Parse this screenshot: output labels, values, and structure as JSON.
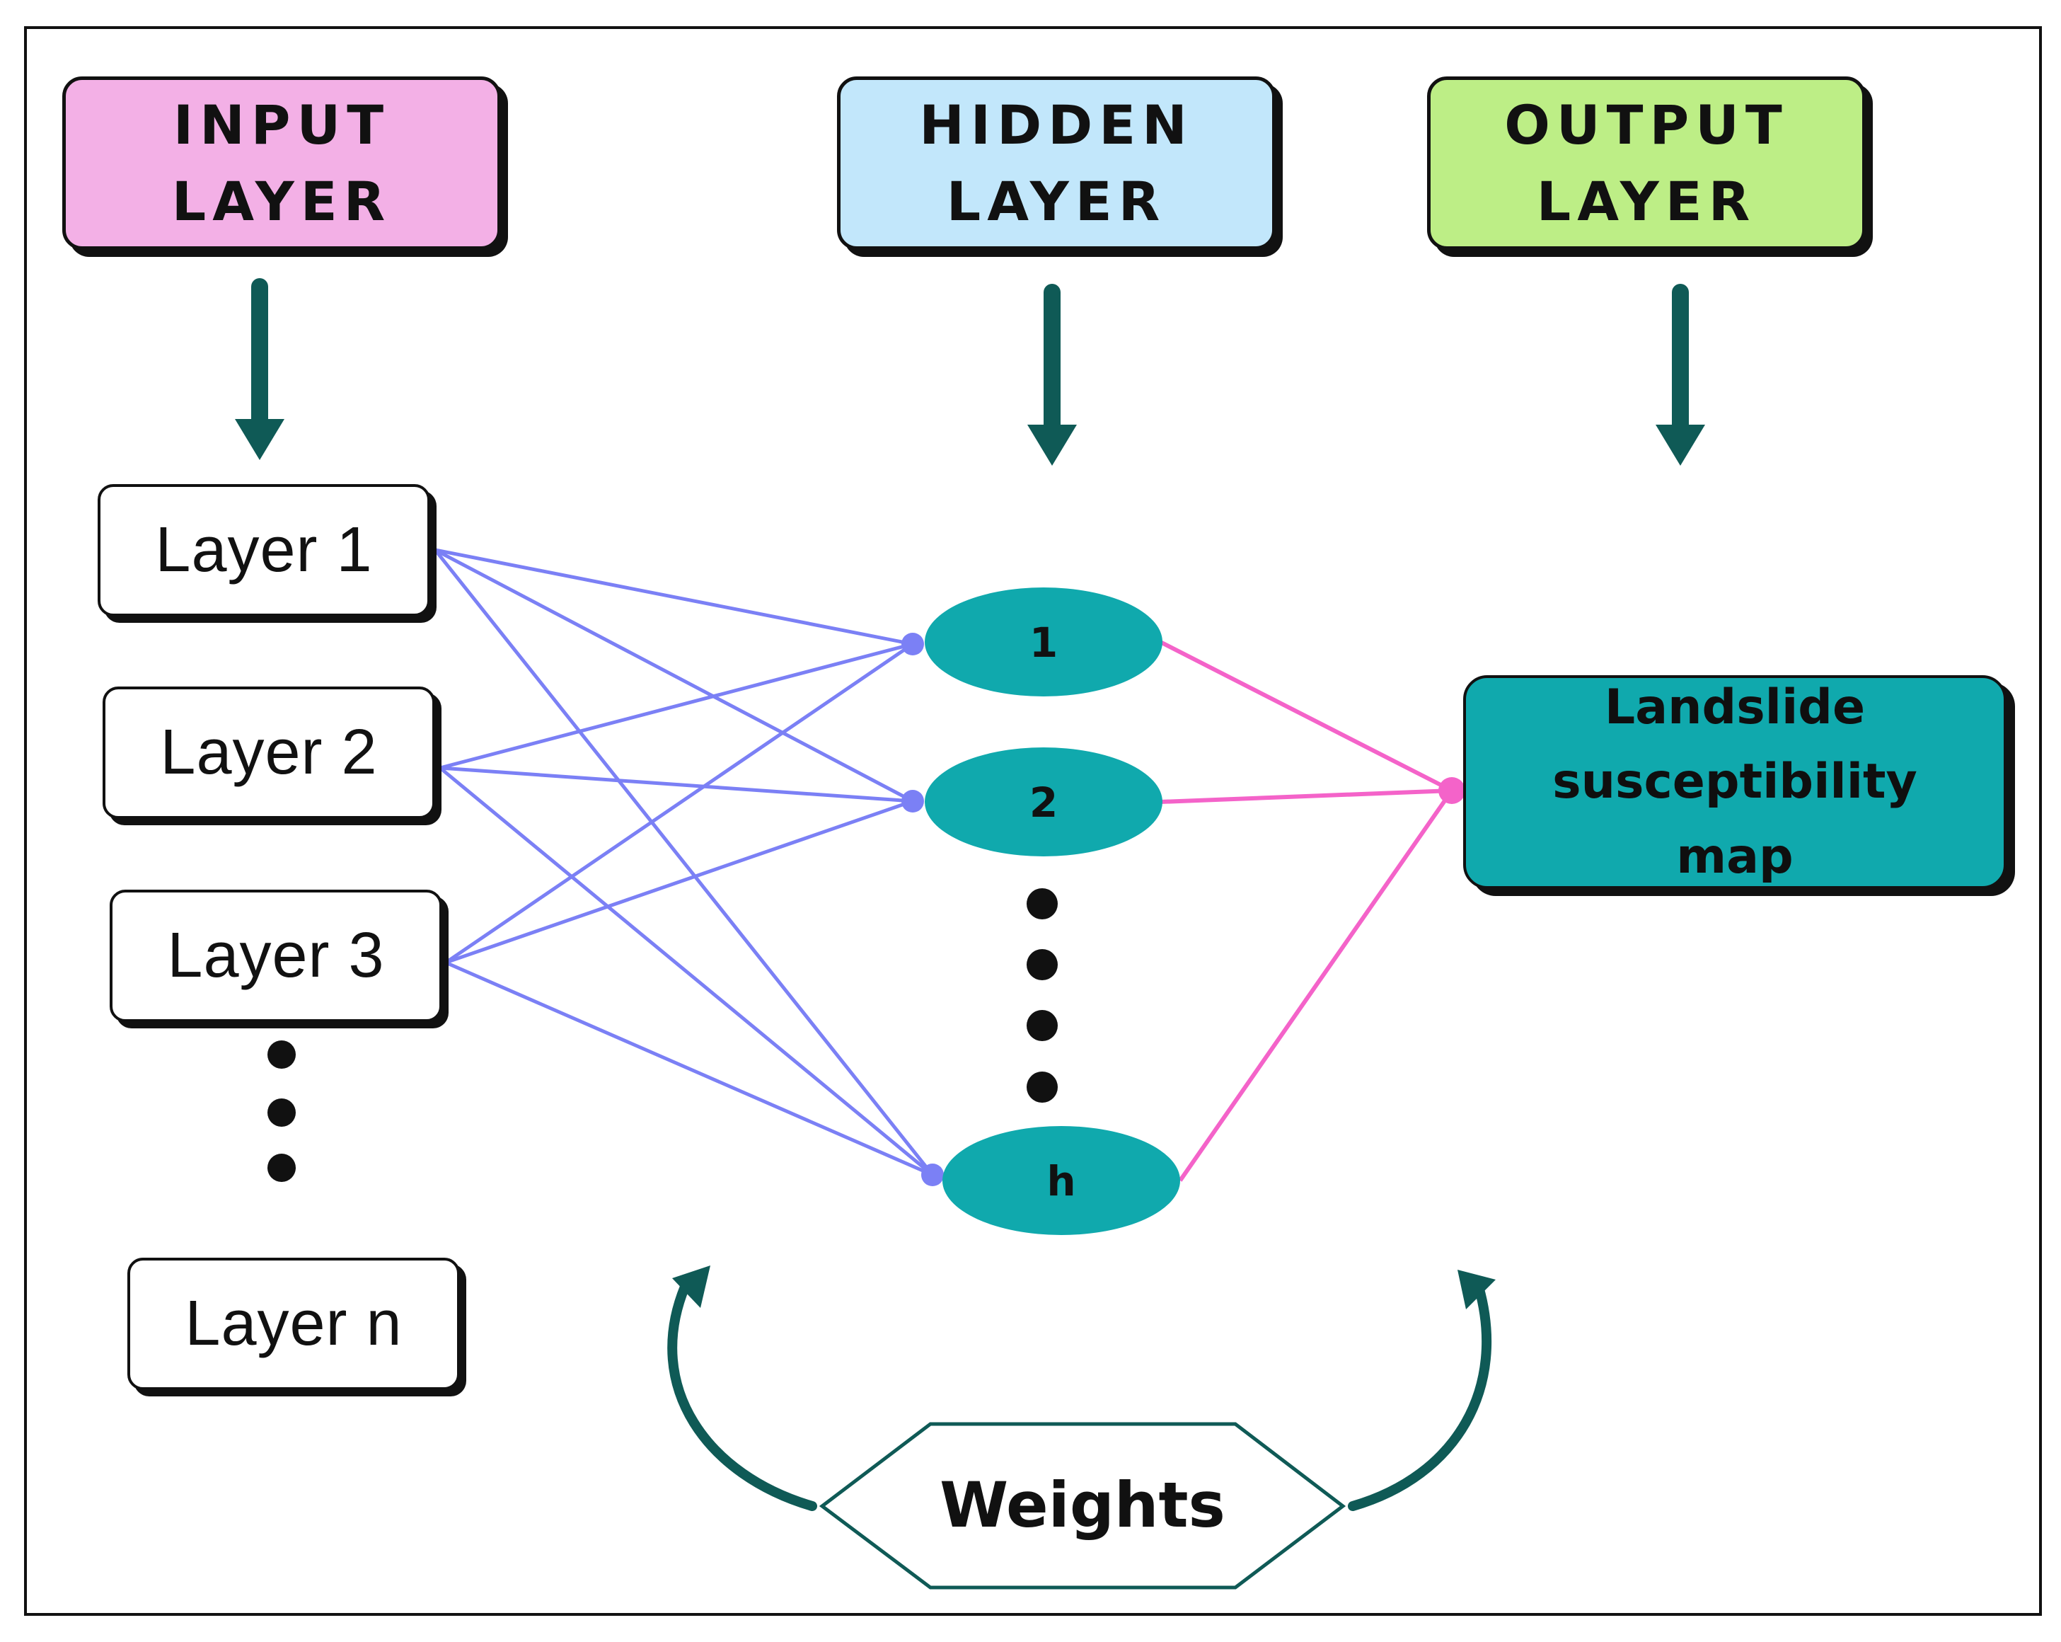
{
  "headers": {
    "input": [
      "INPUT",
      "LAYER"
    ],
    "hidden": [
      "HIDDEN",
      "LAYER"
    ],
    "output": [
      "OUTPUT",
      "LAYER"
    ]
  },
  "input_layers": [
    "Layer 1",
    "Layer 2",
    "Layer 3",
    "Layer n"
  ],
  "hidden_nodes": [
    "1",
    "2",
    "h"
  ],
  "output_box": [
    "Landslide",
    "susceptibility",
    "map"
  ],
  "weights_label": "Weights",
  "colors": {
    "input_header": "#f3b0e6",
    "hidden_header": "#c2e7fb",
    "output_header": "#bdee86",
    "node_fill": "#10a9ad",
    "input_connection": "#7b80f5",
    "output_connection": "#f463c9",
    "arrow": "#0f5a56"
  }
}
